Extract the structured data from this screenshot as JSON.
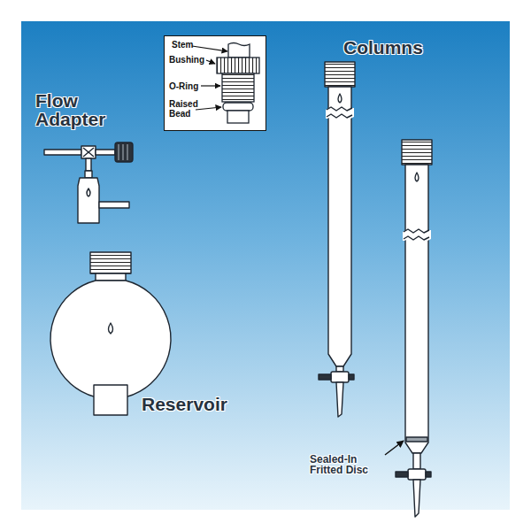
{
  "diagram": {
    "nodes": [
      {
        "text": [
          "Stem",
          "Bushing",
          "O-Ring",
          "Raised Bead"
        ]
      }
    ],
    "labels": [
      "Flow Adapter",
      "Columns",
      "Reservoir",
      "Sealed-In Fritted Disc"
    ]
  }
}
